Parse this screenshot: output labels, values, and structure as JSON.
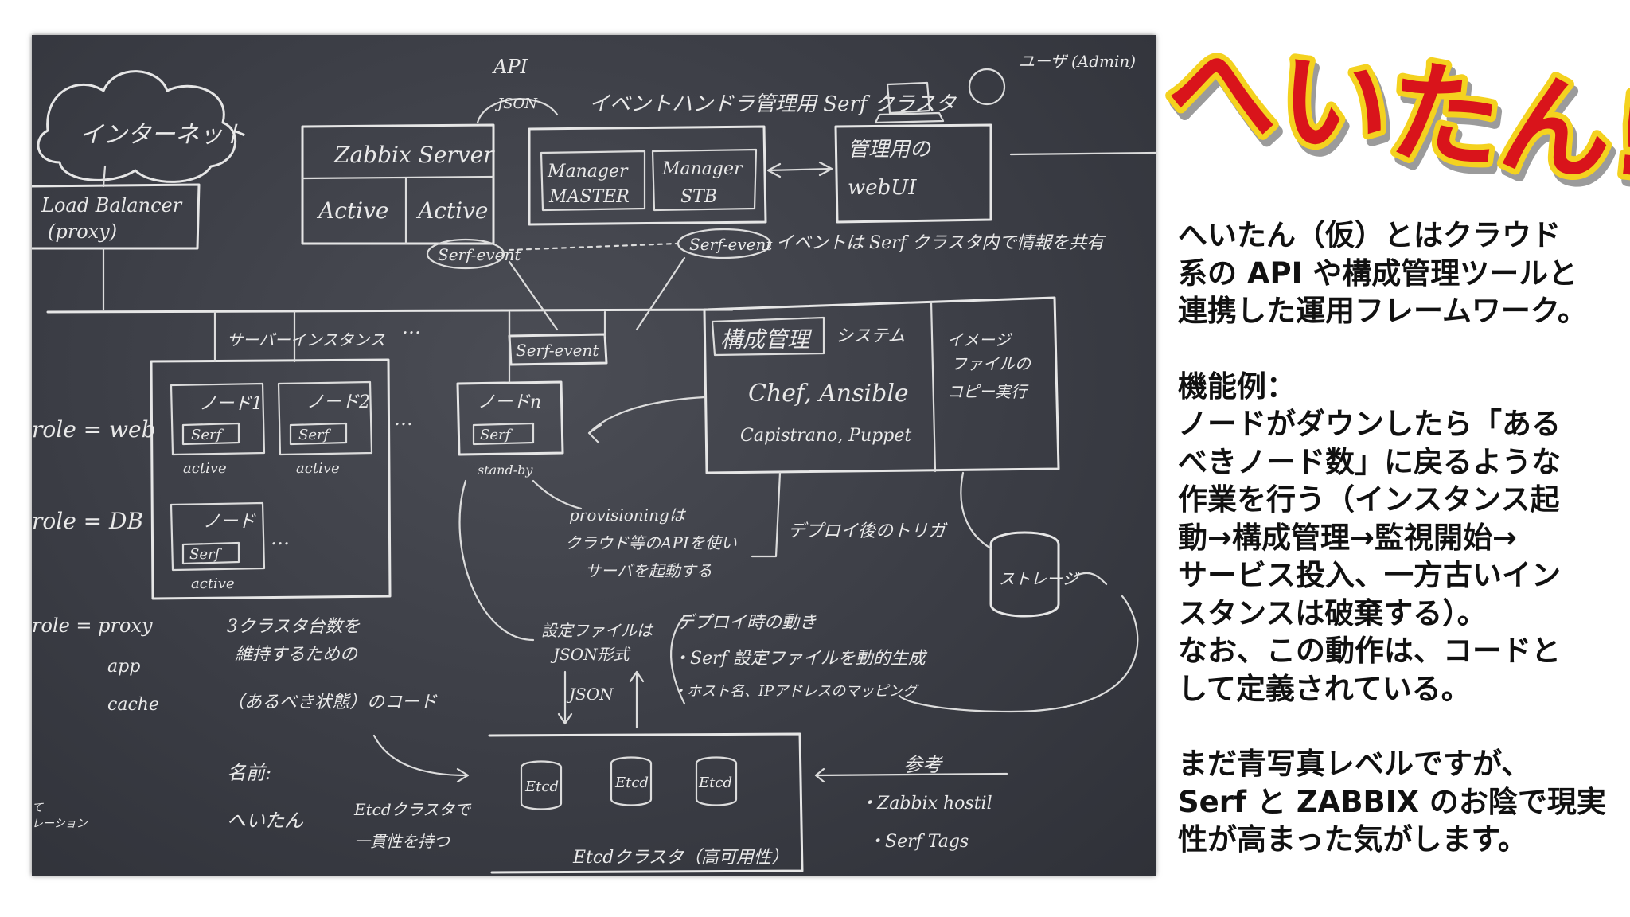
{
  "logo": {
    "text": "へいたん!",
    "fill_color": "#d9141b",
    "outline_color": "#f4d21f"
  },
  "description": {
    "intro": "へいたん（仮）とはクラウド\n系の API や構成管理ツールと\n連携した運用フレームワーク。",
    "feature_heading": "機能例：",
    "feature_body": "ノードがダウンしたら「ある\nべきノード数」に戻るような\n作業を行う（インスタンス起\n動→構成管理→監視開始→\nサービス投入、一方古いイン\nスタンスは破棄する）。\nなお、この動作は、コードと\nして定義されている。",
    "closing": "まだ青写真レベルですが、\nSerf と ZABBIX のお陰で現実\n性が高まった気がします。"
  },
  "board": {
    "internet": "インターネット",
    "load_balancer": "Load Balancer",
    "proxy": "(proxy)",
    "api": "API",
    "json_top": "JSON",
    "serf_cluster_label": "イベントハンドラ管理用 Serf クラスタ",
    "admin_user": "ユーザ (Admin)",
    "zabbix_server": "Zabbix Server",
    "active_1": "Active",
    "active_2": "Active",
    "manager_master_1": "Manager",
    "manager_master_2": "MASTER",
    "manager_stb_1": "Manager",
    "manager_stb_2": "STB",
    "admin_web_1": "管理用の",
    "admin_web_2": "webUI",
    "serf_event_1": "Serf-event",
    "serf_event_2": "Serf-event",
    "serf_event_3": "Serf-event",
    "serf_share_note": "イベントは Serf クラスタ内で情報を共有",
    "server_instances": "サーバーインスタンス",
    "dots_1": "…",
    "dots_2": "…",
    "dots_3": "…",
    "role_web": "role = web",
    "role_db": "role = DB",
    "role_proxy": "role = proxy",
    "role_app": "app",
    "role_cache": "cache",
    "node1": "ノード1",
    "node2": "ノード2",
    "node_db": "ノード",
    "node_n": "ノードn",
    "serf_label": "Serf",
    "active_n1": "active",
    "active_n2": "active",
    "active_n3": "active",
    "standby": "stand-by",
    "config_mgmt": "構成管理",
    "system": "システム",
    "chef_ansible": "Chef, Ansible",
    "capistrano_puppet": "Capistrano, Puppet",
    "image_copy_1": "イメージ",
    "image_copy_2": "ファイルの",
    "image_copy_3": "コピー実行",
    "provisioning_1": "provisioningは",
    "provisioning_2": "クラウド等のAPIを使い",
    "provisioning_3": "サーバを起動する",
    "deploy_trigger": "デプロイ後のトリガ",
    "storage": "ストレージ",
    "keep_count_1": "3クラスタ台数を",
    "keep_count_2": "維持するための",
    "keep_count_3": "（あるべき状態）のコード",
    "config_file_1": "設定ファイルは",
    "config_file_2": "JSON形式",
    "json_bottom": "JSON",
    "deploy_when": "デプロイ時の動き",
    "deploy_item_1": "・Serf 設定ファイルを動的生成",
    "deploy_item_2": "・ホスト名、IPアドレスのマッピング",
    "etcd_1": "Etcd",
    "etcd_2": "Etcd",
    "etcd_3": "Etcd",
    "etcd_cluster": "Etcdクラスタ（高可用性）",
    "etcd_consistency_1": "Etcdクラスタで",
    "etcd_consistency_2": "一貫性を持つ",
    "name_1": "名前:",
    "name_2": "へいたん",
    "reference": "参考",
    "ref_item_1": "・Zabbix hostil",
    "ref_item_2": "・Serf Tags",
    "bottom_left_1": "て",
    "bottom_left_2": "レーション"
  }
}
